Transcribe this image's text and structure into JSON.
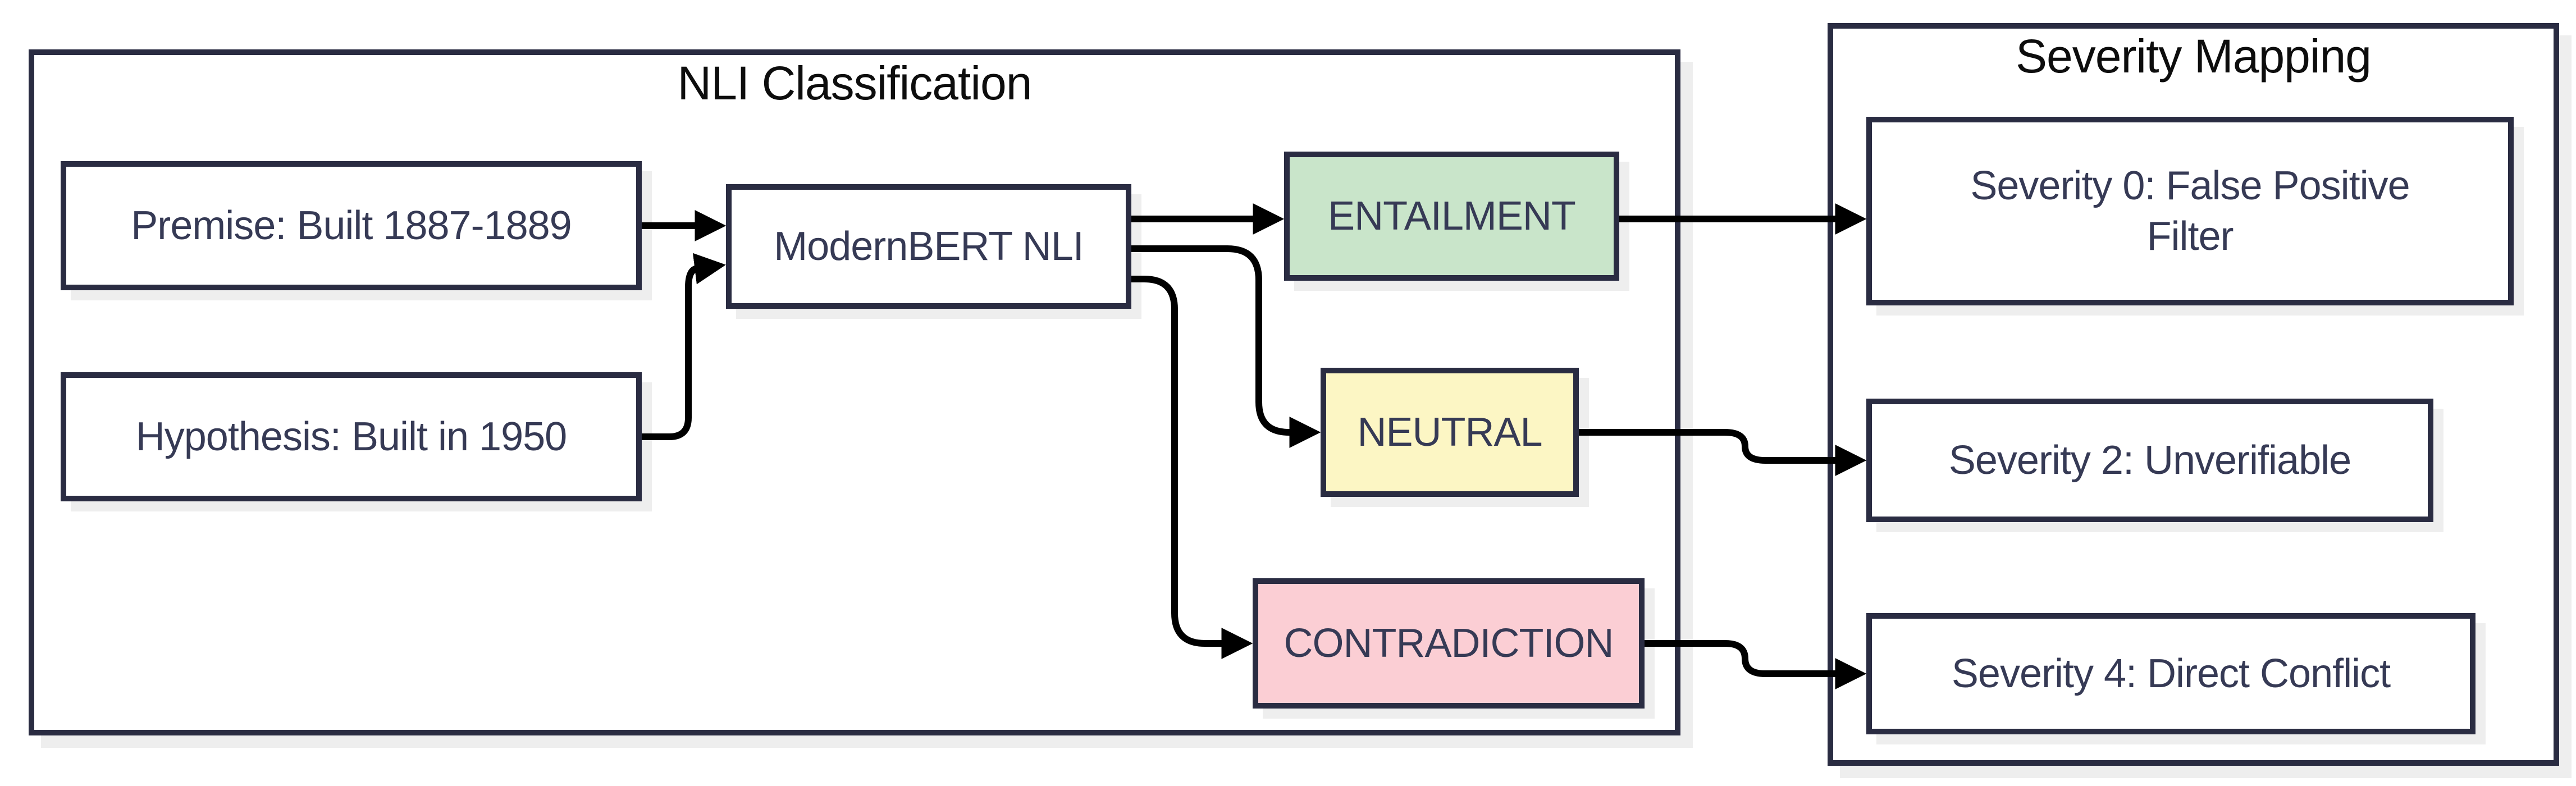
{
  "diagram": {
    "nli": {
      "title": "NLI Classification",
      "nodes": {
        "premise": {
          "label": "Premise: Built 1887-1889"
        },
        "hypothesis": {
          "label": "Hypothesis: Built in 1950"
        },
        "model": {
          "label": "ModernBERT NLI"
        },
        "entailment": {
          "label": "ENTAILMENT"
        },
        "neutral": {
          "label": "NEUTRAL"
        },
        "contradiction": {
          "label": "CONTRADICTION"
        }
      }
    },
    "severity": {
      "title": "Severity Mapping",
      "nodes": {
        "sev0": {
          "lines": [
            "Severity 0: False Positive",
            "Filter"
          ]
        },
        "sev2": {
          "label": "Severity 2: Unverifiable"
        },
        "sev4": {
          "label": "Severity 4: Direct Conflict"
        }
      }
    },
    "edges": [
      {
        "from": "Premise: Built 1887-1889",
        "to": "ModernBERT NLI"
      },
      {
        "from": "Hypothesis: Built in 1950",
        "to": "ModernBERT NLI"
      },
      {
        "from": "ModernBERT NLI",
        "to": "ENTAILMENT"
      },
      {
        "from": "ModernBERT NLI",
        "to": "NEUTRAL"
      },
      {
        "from": "ModernBERT NLI",
        "to": "CONTRADICTION"
      },
      {
        "from": "ENTAILMENT",
        "to": "Severity 0: False Positive Filter"
      },
      {
        "from": "NEUTRAL",
        "to": "Severity 2: Unverifiable"
      },
      {
        "from": "CONTRADICTION",
        "to": "Severity 4: Direct Conflict"
      }
    ],
    "colors": {
      "entailment_fill": "#C9E5CA",
      "neutral_fill": "#FCF6C4",
      "contradiction_fill": "#FBCED4",
      "node_border": "#2A2C42",
      "node_text": "#363A55",
      "title_text": "#0D0D0D",
      "arrow": "#000000",
      "shadow": "#EEEEEE",
      "background": "#FFFFFF"
    }
  }
}
